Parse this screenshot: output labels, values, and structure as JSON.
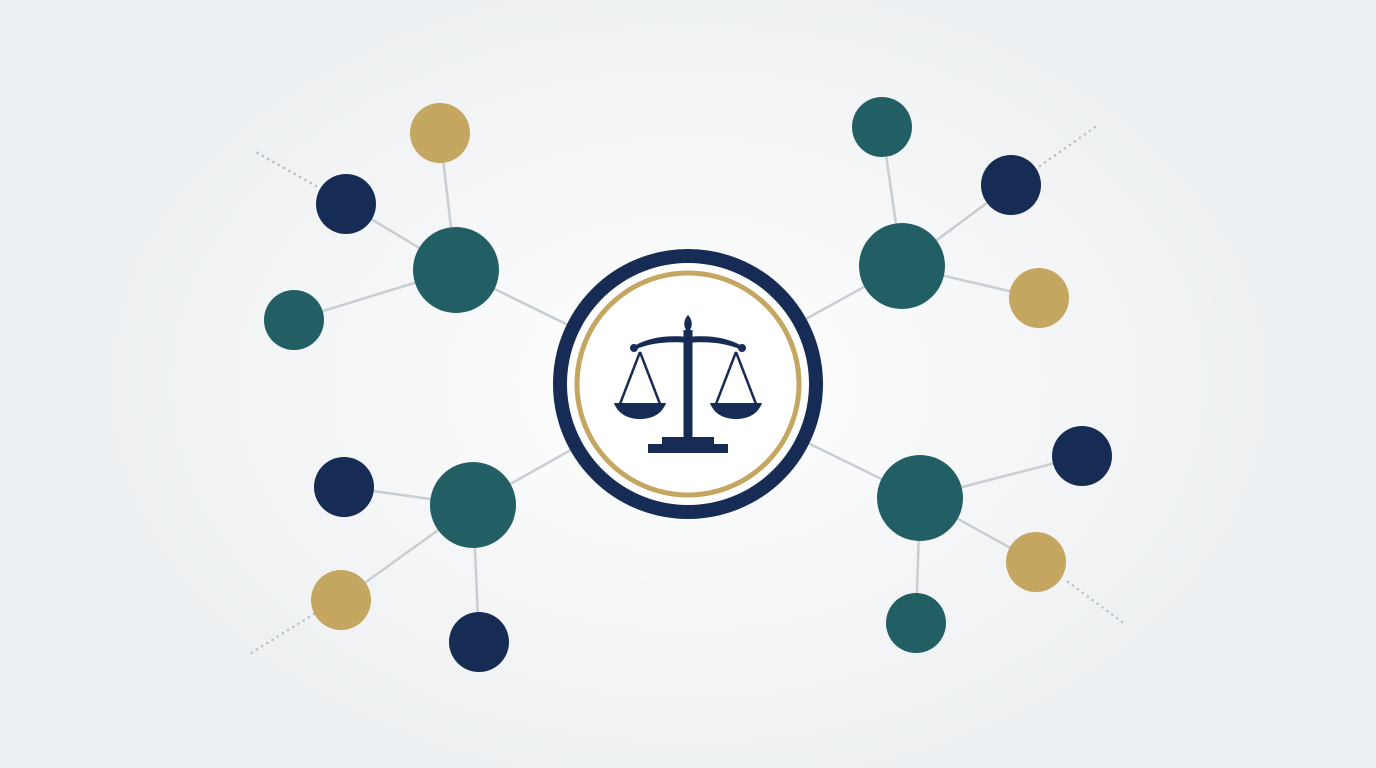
{
  "colors": {
    "background": "#eef1f3",
    "navy": "#162c54",
    "teal": "#215f64",
    "gold": "#c4a661",
    "line": "#c8ced4",
    "hub_fill": "#ffffff"
  },
  "hub": {
    "icon": "scales-of-justice-icon",
    "outer_ring": "navy",
    "inner_ring": "gold"
  },
  "clusters": [
    {
      "name": "top-left",
      "center_color": "teal",
      "leaves": [
        "gold",
        "navy",
        "teal"
      ],
      "has_dotted_tail": true
    },
    {
      "name": "top-right",
      "center_color": "teal",
      "leaves": [
        "teal",
        "navy",
        "gold"
      ],
      "has_dotted_tail": true
    },
    {
      "name": "bottom-left",
      "center_color": "teal",
      "leaves": [
        "navy",
        "gold",
        "navy"
      ],
      "has_dotted_tail": true
    },
    {
      "name": "bottom-right",
      "center_color": "teal",
      "leaves": [
        "navy",
        "gold",
        "teal"
      ],
      "has_dotted_tail": true
    }
  ]
}
